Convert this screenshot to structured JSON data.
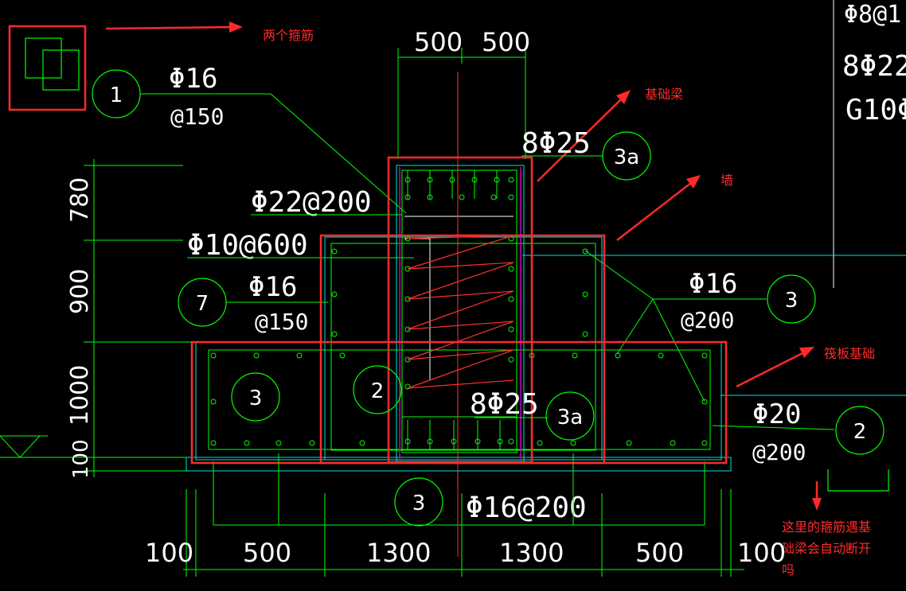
{
  "colors": {
    "background": "#000000",
    "rebar": "#00ff00",
    "concrete_outline": "#00e0e0",
    "annotation": "#ff2a2a",
    "text": "#ffffff",
    "stirrup": "#ff3030",
    "beam_bars": "#c000c0"
  },
  "annotations": {
    "two_stirrups": "两个箍筋",
    "foundation_beam": "基础梁",
    "wall": "墙",
    "raft_foundation": "筏板基础",
    "question": [
      "这里的箍筋遇基",
      "础梁会自动断开",
      "吗"
    ]
  },
  "rebar_labels": {
    "top_left_spec": "Φ16",
    "top_left_spacing": "@150",
    "beam_top_bars": "8Φ25",
    "wall_horizontal": "Φ22@200",
    "wall_tie": "Φ10@600",
    "wall_left_spec": "Φ16",
    "wall_left_spacing": "@150",
    "right_spec": "Φ16",
    "right_spacing": "@200",
    "beam_bottom_bars": "8Φ25",
    "raft_right_spec": "Φ20",
    "raft_right_spacing": "@200",
    "raft_bottom": "Φ16@200",
    "corner_top1": "Φ8@1",
    "corner_top2": "8Φ22",
    "corner_top3": "G10Φ"
  },
  "callouts": {
    "c1": "1",
    "c3a_top": "3a",
    "c7": "7",
    "c3_right": "3",
    "c3_left": "3",
    "c2_mid": "2",
    "c3a_mid": "3a",
    "c2_right": "2",
    "c3_bottom": "3"
  },
  "dimensions": {
    "top": [
      "500",
      "500"
    ],
    "left": [
      "780",
      "900",
      "1000",
      "100"
    ],
    "bottom": [
      "100",
      "500",
      "1300",
      "1300",
      "500",
      "100"
    ]
  }
}
